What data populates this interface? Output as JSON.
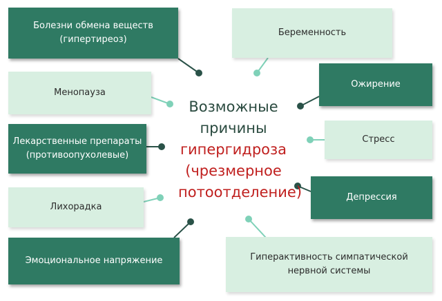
{
  "center": {
    "line1": "Возможные",
    "line2": "причины",
    "line3": "гипергидроза",
    "line4": "(чрезмерное",
    "line5": "потоотделение)"
  },
  "boxes": {
    "metabolic": {
      "line1": "Болезни обмена веществ",
      "line2": "(гипертиреоз)"
    },
    "pregnancy": {
      "line1": "Беременность"
    },
    "menopause": {
      "line1": "Менопауза"
    },
    "obesity": {
      "line1": "Ожирение"
    },
    "medication": {
      "line1": "Лекарственные препараты",
      "line2": "(противоопухолевые)"
    },
    "stress": {
      "line1": "Стресс"
    },
    "fever": {
      "line1": "Лихорадка"
    },
    "depression": {
      "line1": "Депрессия"
    },
    "emotional": {
      "line1": "Эмоциональное напряжение"
    },
    "hyperactivity": {
      "line1": "Гиперактивность симпатической",
      "line2": "нервной системы"
    }
  },
  "colors": {
    "dark": "#2f7a63",
    "light": "#d8efe1",
    "red": "#c0201f",
    "connector_dark": "#2a5248",
    "connector_light": "#7fd1b8"
  }
}
